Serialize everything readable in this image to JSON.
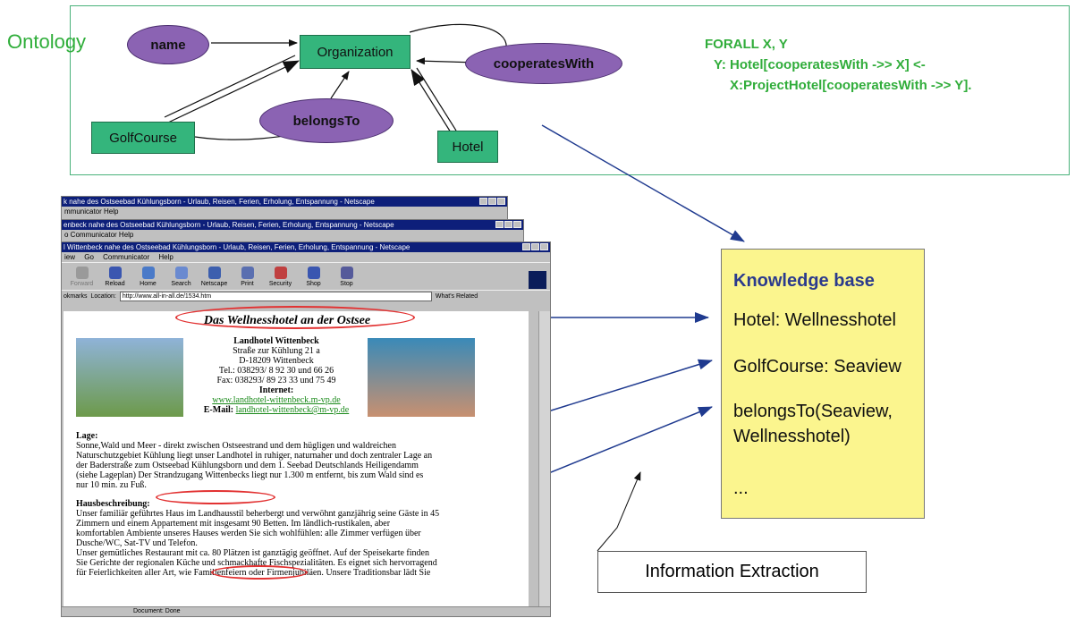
{
  "ontology": {
    "label": "Ontology",
    "nodes": {
      "name": "name",
      "organization": "Organization",
      "cooperates_with": "cooperatesWith",
      "belongs_to": "belongsTo",
      "golf_course": "GolfCourse",
      "hotel": "Hotel"
    },
    "colors": {
      "rect": "#34b57c",
      "ellipse": "#8b63b3",
      "frame": "#49b27a",
      "rule_text": "#31ad3b"
    }
  },
  "rule": {
    "line1": "FORALL X, Y",
    "line2": "Y: Hotel[cooperatesWith ->> X] <-",
    "line3": "X:ProjectHotel[cooperatesWith ->> Y]."
  },
  "knowledge_base": {
    "title": "Knowledge base",
    "line1": "Hotel: Wellnesshotel",
    "line2": "GolfCourse: Seaview",
    "line3": "belongsTo(Seaview,",
    "line4": "Wellnesshotel)",
    "line5": "...",
    "bg": "#fbf58e"
  },
  "information_extraction": "Information Extraction",
  "browser": {
    "title1": "k nahe des Ostseebad Kühlungsborn - Urlaub, Reisen, Ferien, Erholung, Entspannung - Netscape",
    "menu1": "mmunicator  Help",
    "title2": "enbeck nahe des Ostseebad Kühlungsborn - Urlaub, Reisen, Ferien, Erholung, Entspannung - Netscape",
    "menu2": "o  Communicator  Help",
    "title3": "l Wittenbeck nahe des Ostseebad Kühlungsborn - Urlaub, Reisen, Ferien, Erholung, Entspannung - Netscape",
    "menu3": [
      "iew",
      "Go",
      "Communicator",
      "Help"
    ],
    "toolbar": [
      "Forward",
      "Reload",
      "Home",
      "Search",
      "Netscape",
      "Print",
      "Security",
      "Shop",
      "Stop"
    ],
    "bookmarks": "okmarks",
    "location_label": "Location:",
    "url": "http://www.all-in-all.de/1534.htm",
    "whats_related": "What's Related",
    "status": "Document: Done"
  },
  "page": {
    "heading": "Das Wellnesshotel an der Ostsee",
    "hotel_name": "Landhotel Wittenbeck",
    "addr1": "Straße zur Kühlung 21 a",
    "addr2": "D-18209 Wittenbeck",
    "tel": "Tel.: 038293/ 8 92 30 und 66 26",
    "fax": "Fax: 038293/ 89 23 33 und 75 49",
    "internet_label": "Internet:",
    "website": "www.landhotel-wittenbeck.m-vp.de",
    "email_label": "E-Mail:",
    "email": "landhotel-wittenbeck@m-vp.de",
    "lage_heading": "Lage:",
    "lage_1": "Sonne,Wald und Meer - direkt zwischen Ostseestrand und dem hügligen und waldreichen",
    "lage_2": "Naturschutzgebiet Kühlung liegt unser Landhotel in ruhiger, naturnaher und doch zentraler Lage an",
    "lage_3": "der Baderstraße zum Ostseebad Kühlungsborn und dem 1. Seebad Deutschlands Heiligendamm",
    "lage_4": "(siehe Lageplan) Der Strandzugang Wittenbecks liegt nur 1.300 m entfernt, bis zum Wald sind es",
    "lage_5": "nur 10 min. zu Fuß.",
    "haus_heading": "Hausbeschreibung:",
    "haus_1": "Unser familiär geführtes Haus im Landhausstil beherbergt und verwöhnt ganzjährig seine Gäste in 45",
    "haus_2": "Zimmern und einem Appartement mit insgesamt 90 Betten. Im ländlich-rustikalen, aber",
    "haus_3": "komfortablen Ambiente unseres Hauses werden Sie sich wohlfühlen: alle Zimmer verfügen über",
    "haus_4": "Dusche/WC, Sat-TV und Telefon.",
    "haus_5": "Unser gemütliches Restaurant mit ca. 80 Plätzen ist ganztägig geöffnet. Auf der Speisekarte finden",
    "haus_6": "Sie Gerichte der regionalen Küche und schmackhafte Fischspezialitäten. Es eignet sich hervorragend",
    "haus_7": "für Feierlichkeiten aller Art, wie Familienfeiern oder Firmenjubiläen. Unsere Traditionsbar lädt Sie"
  }
}
